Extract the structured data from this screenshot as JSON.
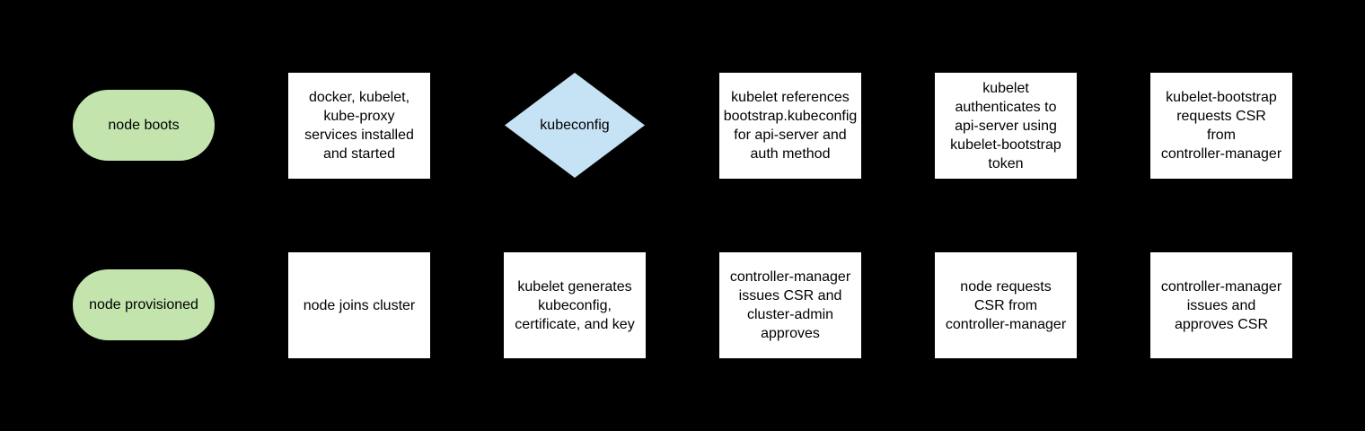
{
  "diagram": {
    "colors": {
      "background": "#000000",
      "process_fill": "#ffffff",
      "terminator_fill": "#c3e5ad",
      "decision_fill": "#c6e2f5",
      "text": "#000000"
    },
    "rows": [
      {
        "nodes": [
          {
            "type": "terminator",
            "label": "node boots"
          },
          {
            "type": "process",
            "label": "docker, kubelet,\nkube-proxy\nservices installed\nand started"
          },
          {
            "type": "decision",
            "label": "kubeconfig"
          },
          {
            "type": "process",
            "label": "kubelet references\nbootstrap.kubeconfig\nfor api-server and\nauth method"
          },
          {
            "type": "process",
            "label": "kubelet\nauthenticates to\napi-server using\nkubelet-bootstrap\ntoken"
          },
          {
            "type": "process",
            "label": "kubelet-bootstrap\nrequests CSR\nfrom\ncontroller-manager"
          }
        ]
      },
      {
        "nodes": [
          {
            "type": "terminator",
            "label": "node provisioned"
          },
          {
            "type": "process",
            "label": "node joins cluster"
          },
          {
            "type": "process",
            "label": "kubelet generates\nkubeconfig,\ncertificate, and key"
          },
          {
            "type": "process",
            "label": "controller-manager\nissues CSR and\ncluster-admin\napproves"
          },
          {
            "type": "process",
            "label": "node requests\nCSR from\ncontroller-manager"
          },
          {
            "type": "process",
            "label": "controller-manager\nissues and\napproves CSR"
          }
        ]
      }
    ]
  }
}
